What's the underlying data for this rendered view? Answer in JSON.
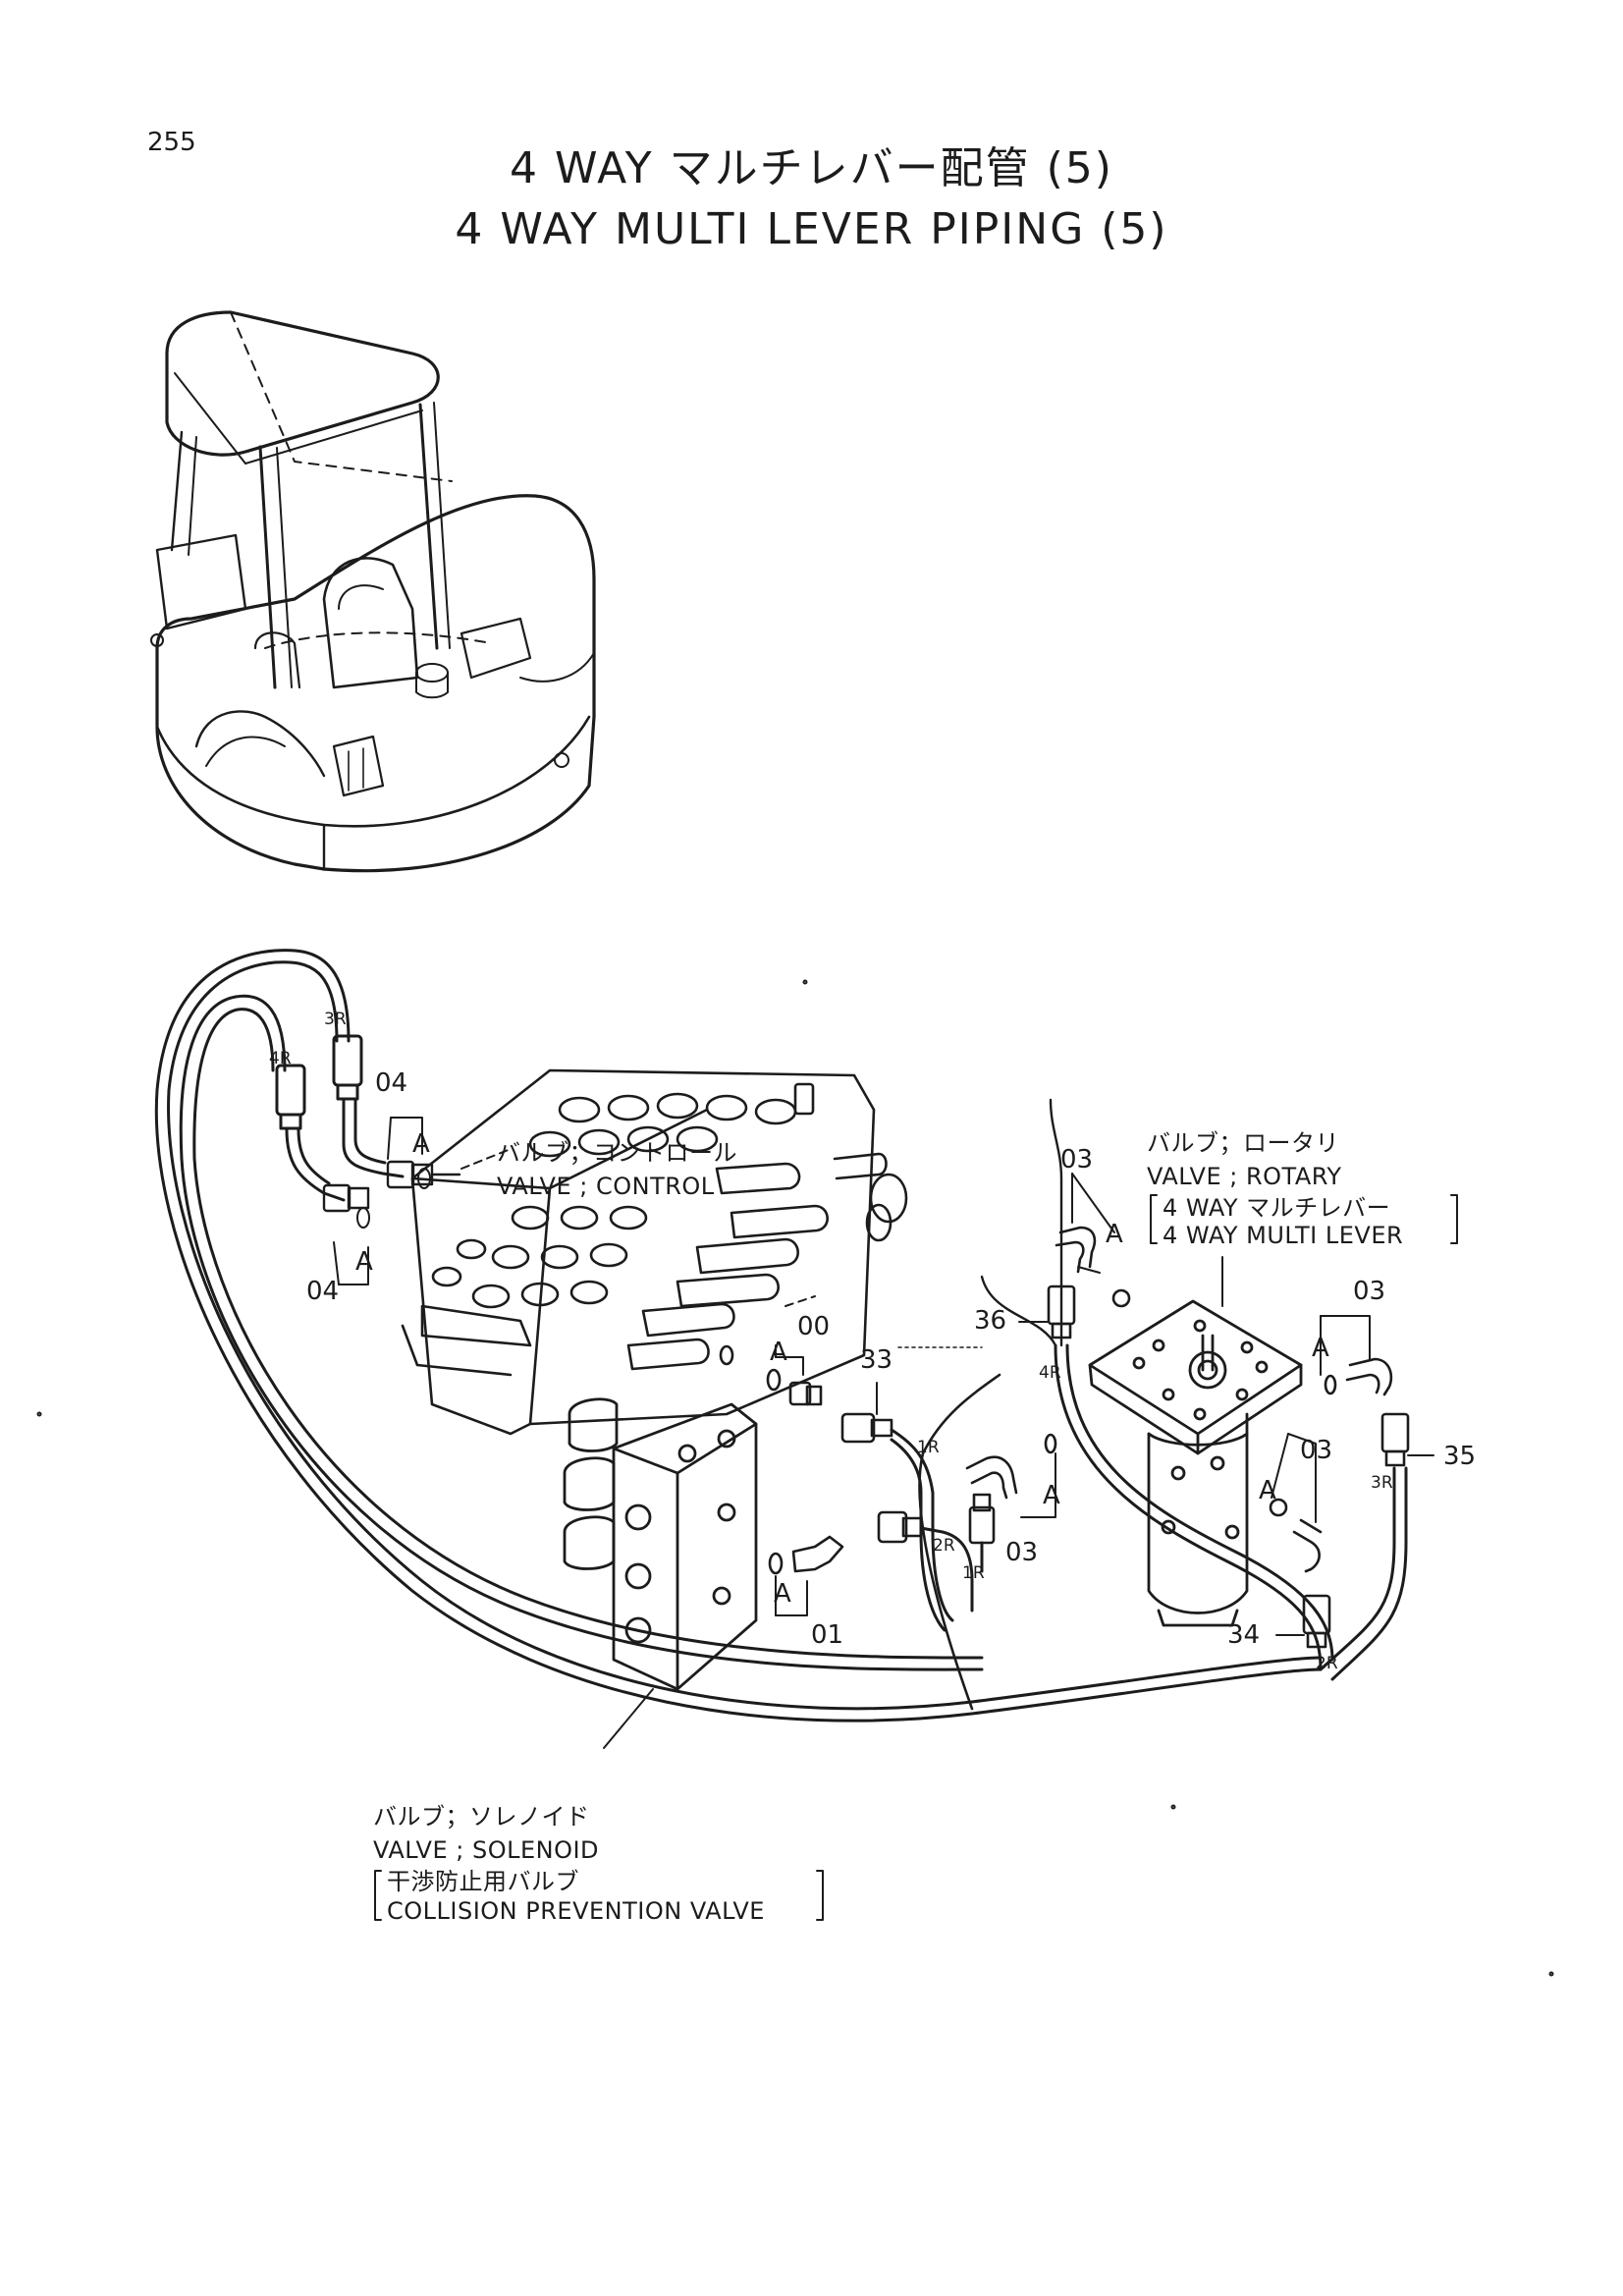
{
  "page_number": "255",
  "title": {
    "japanese": "4 WAY マルチレバー配管 (5)",
    "english": "4 WAY MULTI LEVER PIPING (5)"
  },
  "labels": {
    "control_valve": {
      "jp": "バルブ；コントロール",
      "en": "VALVE ; CONTROL"
    },
    "rotary_valve": {
      "jp": "バルブ；ロータリ",
      "en": "VALVE ; ROTARY",
      "note_jp": "4 WAY マルチレバー",
      "note_en": "4 WAY MULTI LEVER"
    },
    "solenoid_valve": {
      "jp": "バルブ；ソレノイド",
      "en": "VALVE ; SOLENOID",
      "note_jp": "干渉防止用バルブ",
      "note_en": "COLLISION PREVENTION VALVE"
    }
  },
  "callouts": {
    "c04_top": "04",
    "c04_bottom": "04",
    "c00": "00",
    "c01": "01",
    "c03_top": "03",
    "c03_right": "03",
    "c03_mid": "03",
    "c03_lower": "03",
    "c33": "33",
    "c34": "34",
    "c35": "35",
    "c36": "36"
  },
  "detail_marks": {
    "a1": "A",
    "a2": "A",
    "a3": "A",
    "a4": "A",
    "a5": "A",
    "a6": "A",
    "a7": "A",
    "a8": "A"
  },
  "port_labels": {
    "p3r_top": "3R",
    "p4r_top": "4R",
    "p4r_right": "4R",
    "p3r_right": "3R",
    "p2r_mid": "2R",
    "p1r_mid": "1R",
    "p1r_low": "1R",
    "p2r_low": "2R"
  }
}
